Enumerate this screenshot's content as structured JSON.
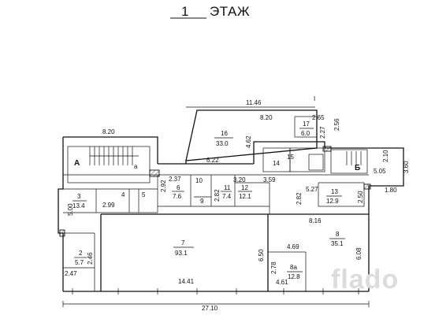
{
  "title": {
    "number": "1",
    "label": "ЭТАЖ"
  },
  "corridor_marker": "I",
  "dimensions": {
    "top_total": "11.46",
    "left_wing": "8.20",
    "room16_width": "8.20",
    "room16_height": "4.62",
    "room17_width": "2.65",
    "room17_height": "2.27",
    "right_small": "2.56",
    "hall_width": "6.22",
    "d_237": "2.37",
    "d_292": "2.92",
    "d_320": "3.20",
    "d_359": "3.59",
    "d_282a": "2.82",
    "d_282b": "2.82",
    "d_527": "5.27",
    "d_250": "2.50",
    "d_210": "2.10",
    "d_505": "5.05",
    "d_360": "3.60",
    "d_180": "1.80",
    "d_500": "5.00",
    "d_299": "2.99",
    "d_816": "8.16",
    "d_469": "4.69",
    "d_608": "6.08",
    "d_650": "6.50",
    "d_278": "2.78",
    "d_1441": "14.41",
    "d_461": "4.61",
    "d_246": "2.46",
    "d_247": "2.47",
    "bottom_total": "27.10"
  },
  "rooms": {
    "r16": {
      "num": "16",
      "area": "33.0"
    },
    "r17": {
      "num": "17",
      "area": "6.0"
    },
    "r14": {
      "num": "14"
    },
    "r15": {
      "num": "15"
    },
    "ra": {
      "num": "а"
    },
    "r10": {
      "num": "10"
    },
    "r11": {
      "num": "11",
      "area": "7.4"
    },
    "r12": {
      "num": "12",
      "area": "12.1"
    },
    "r13": {
      "num": "13",
      "area": "12.9"
    },
    "r6": {
      "num": "6",
      "area": "7.6"
    },
    "r9": {
      "num": "9"
    },
    "r3": {
      "num": "3",
      "area": "13.4"
    },
    "r4": {
      "num": "4"
    },
    "r5": {
      "num": "5"
    },
    "r2": {
      "num": "2",
      "area": "5.7"
    },
    "r7": {
      "num": "7",
      "area": "93.1"
    },
    "r8": {
      "num": "8",
      "area": "35.1"
    },
    "r8a": {
      "num": "8а",
      "area": "12.8"
    }
  },
  "stairs": {
    "a": "А",
    "b": "Б"
  },
  "watermark": "flado"
}
